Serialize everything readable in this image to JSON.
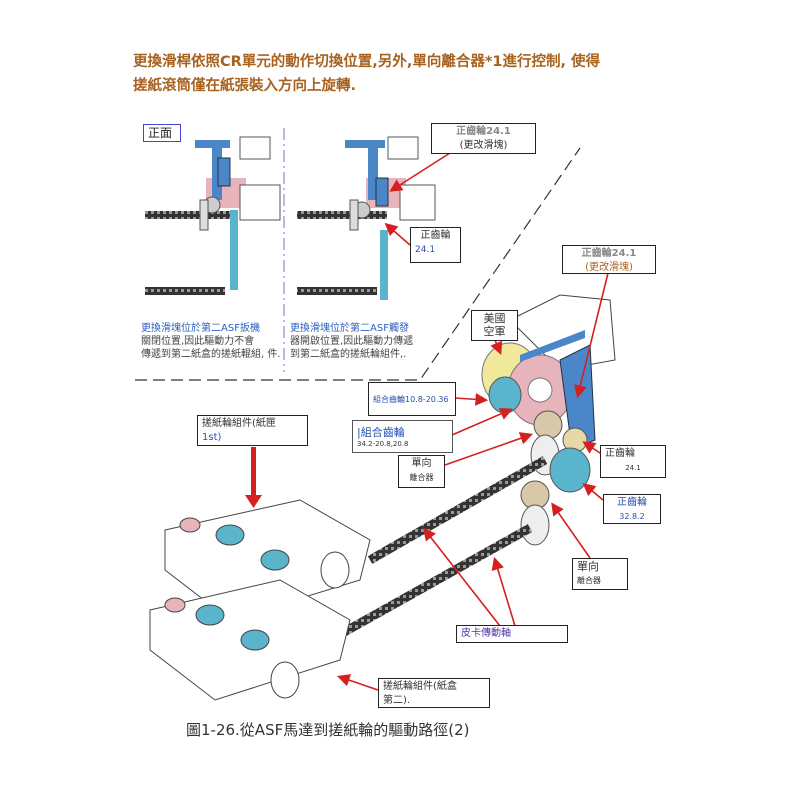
{
  "intro": {
    "line1": "更換滑桿依照CR單元的動作切換位置,另外,單向離合器*1進行控制, 使得",
    "line2": "搓紙滾筒僅在紙張裝入方向上旋轉."
  },
  "front_label": "正面",
  "left_caption": {
    "title": "更換滑塊位於第二ASF扳機",
    "line1": "關閉位置,因此驅動力不會",
    "line2": "傳遞到第二紙盒的搓紙輥組, 件."
  },
  "right_caption": {
    "title": "更換滑塊位於第二ASF觸發",
    "line1": "器開啟位置,因此驅動力傳遞",
    "line2": "到第二紙盒的搓紙輪組件,."
  },
  "callouts": {
    "spur_top": {
      "line1": "正齒輪24.1",
      "line2": "(更改滑塊)"
    },
    "spur_mid": {
      "line1": "正齒輪",
      "line2": "24.1"
    },
    "spur_right": {
      "line1": "正齒輪24.1",
      "line2": "(更改滑塊)"
    },
    "motor": {
      "line1": "美國",
      "line2": "空軍"
    },
    "compound1": {
      "line1": "組合齒輪10.8-20.36"
    },
    "compound2": {
      "line1": "|組合齒輪",
      "line2": "34.2-20.8,20.8"
    },
    "oneway1": {
      "line1": "單向",
      "line2": "離合器"
    },
    "spur_241": {
      "line1": "正齒輪",
      "line2": "24.1"
    },
    "spur_328": {
      "line1": "正齒輪",
      "line2": "32.8.2"
    },
    "oneway2": {
      "line1": "單向",
      "line2": "離合器"
    },
    "shaft": {
      "line1": "皮卡傳動軸"
    },
    "pickup_1st": {
      "line1": "搓紙輪組件(紙匣",
      "line2": "1st)"
    },
    "pickup_2nd": {
      "line1": "搓紙輪組件(紙盒",
      "line2": "第二)."
    }
  },
  "figure_caption": "圖1-26.從ASF馬達到搓紙輪的驅動路徑(2)",
  "colors": {
    "title": "#a8621e",
    "arrow": "#d42020",
    "blue_part": "#4a86c8",
    "pink_part": "#e8b4bc",
    "yellow_part": "#f0e89a",
    "teal_part": "#5ab4cc"
  }
}
